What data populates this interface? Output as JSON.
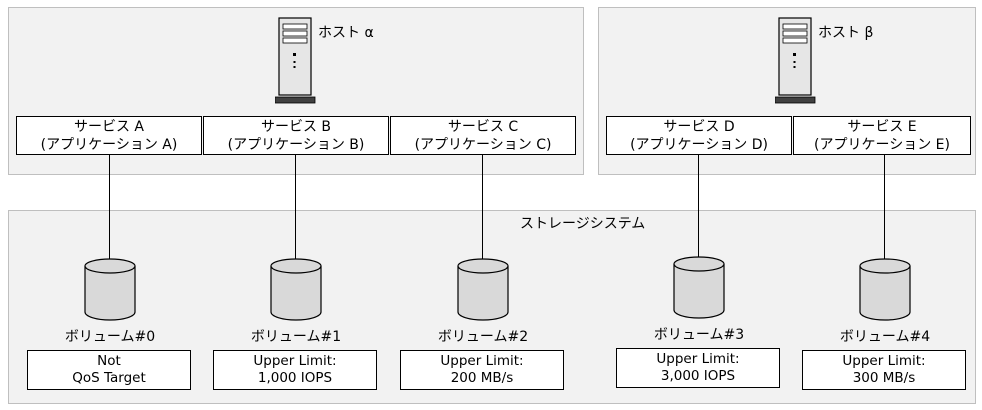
{
  "hosts": [
    {
      "title": "ホスト α"
    },
    {
      "title": "ホスト β"
    }
  ],
  "storage": {
    "title": "ストレージシステム"
  },
  "services": [
    {
      "name": "サービス A",
      "app": "(アプリケーション A)"
    },
    {
      "name": "サービス B",
      "app": "(アプリケーション B)"
    },
    {
      "name": "サービス C",
      "app": "(アプリケーション C)"
    },
    {
      "name": "サービス D",
      "app": "(アプリケーション D)"
    },
    {
      "name": "サービス E",
      "app": "(アプリケーション E)"
    }
  ],
  "volumes": [
    {
      "name": "ボリューム#0",
      "qos_line1": "Not",
      "qos_line2": "QoS Target"
    },
    {
      "name": "ボリューム#1",
      "qos_line1": "Upper Limit:",
      "qos_line2": "1,000 IOPS"
    },
    {
      "name": "ボリューム#2",
      "qos_line1": "Upper Limit:",
      "qos_line2": "200 MB/s"
    },
    {
      "name": "ボリューム#3",
      "qos_line1": "Upper Limit:",
      "qos_line2": "3,000 IOPS"
    },
    {
      "name": "ボリューム#4",
      "qos_line1": "Upper Limit:",
      "qos_line2": "300 MB/s"
    }
  ],
  "colors": {
    "panel": "#f2f2f2",
    "border": "#bfbfbf",
    "cylinder": "#d9d9d9",
    "server": "#e6e6e6"
  }
}
